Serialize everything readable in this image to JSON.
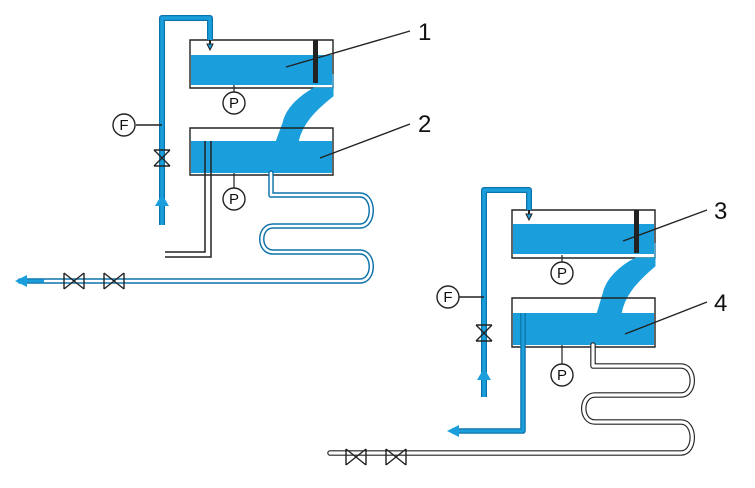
{
  "diagram": {
    "callouts": [
      "1",
      "2",
      "3",
      "4"
    ],
    "instrument_labels": {
      "flow": "F",
      "pressure": "P"
    },
    "colors": {
      "water": "#1b9fdc",
      "pipe_dark": "#0c72aa",
      "line": "#222222",
      "background": "#ffffff"
    }
  }
}
